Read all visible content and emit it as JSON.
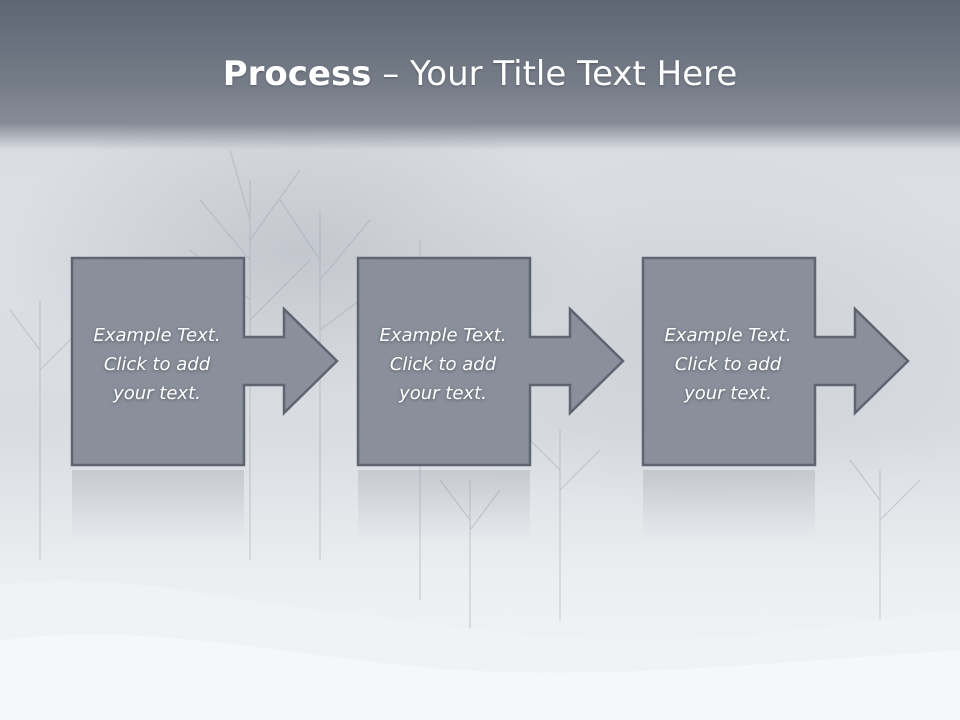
{
  "slide": {
    "title_bold": "Process",
    "title_rest": " – Your Title Text Here"
  },
  "steps": [
    {
      "line1": "Example Text.",
      "line2": "Click  to add",
      "line3": "your text."
    },
    {
      "line1": "Example Text.",
      "line2": "Click  to add",
      "line3": "your text."
    },
    {
      "line1": "Example Text.",
      "line2": "Click  to add",
      "line3": "your text."
    }
  ],
  "colors": {
    "box_fill": "#8a909b",
    "box_stroke": "#5f6570",
    "text": "#ffffff"
  },
  "icons": [
    "right-arrow-icon",
    "right-arrow-icon",
    "right-arrow-icon"
  ]
}
